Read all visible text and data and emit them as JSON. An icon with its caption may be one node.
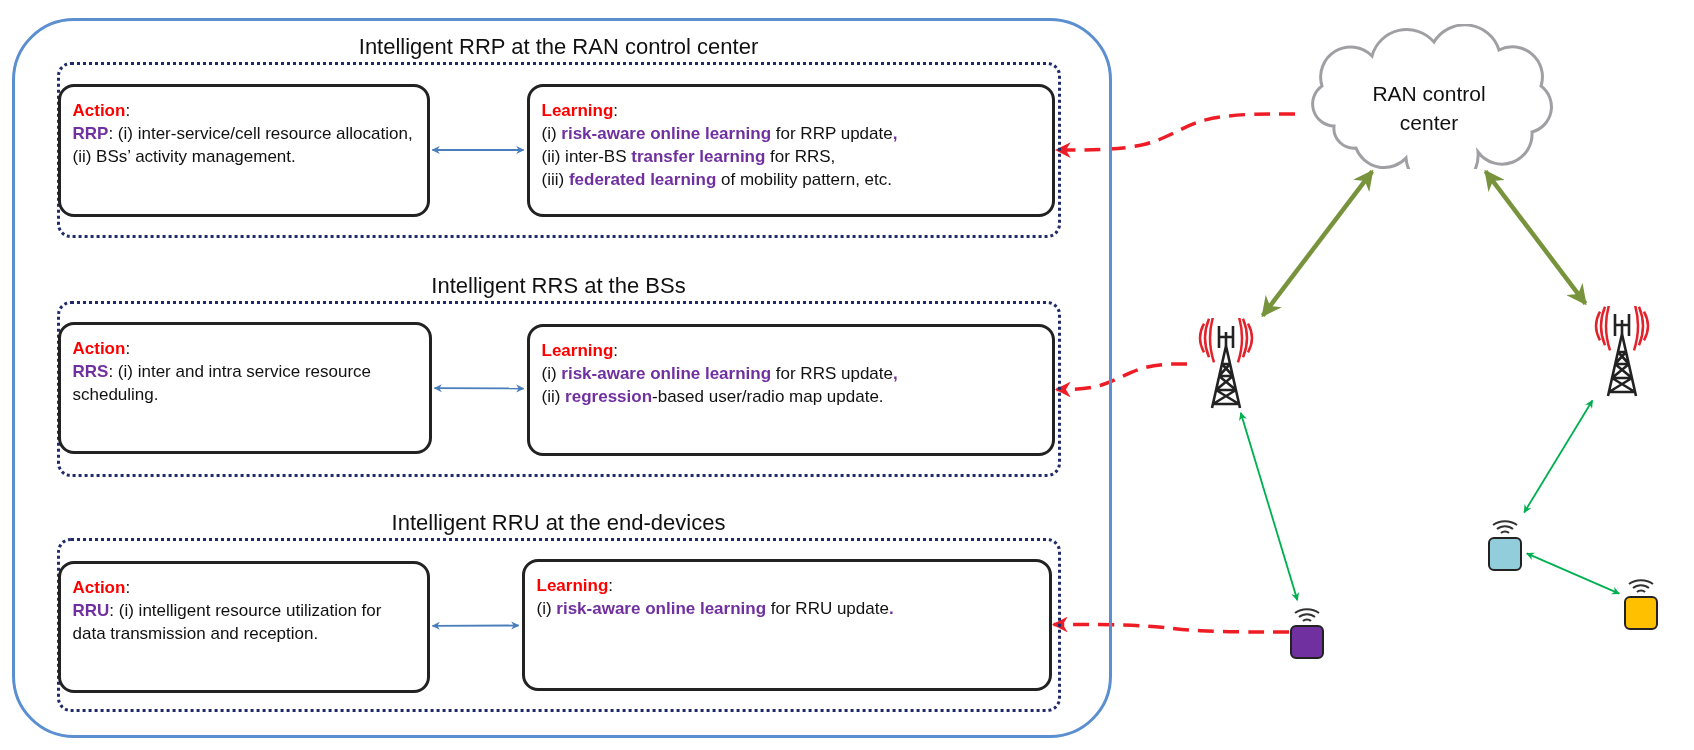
{
  "diagram": {
    "nodes": [
      {
        "text": [],
        "shape": "box"
      },
      {
        "text": [
          "Intelligent RRP at the RAN control center"
        ],
        "in": 0
      },
      {
        "text": [
          "**Action**:",
          "**RRP**: (i) inter-service/cell resource allocation, (ii) BSs’ activity management."
        ],
        "in": 1
      },
      {
        "text": [
          "**Learning**:",
          "(i) **risk-aware online learning** for RRP update**,**",
          "(ii) inter-BS **transfer learning** for RRS,",
          "(iii) **federated learning** of mobility pattern, etc."
        ],
        "in": 1
      },
      {
        "text": [
          "Intelligent RRS at the BSs"
        ],
        "in": 0
      },
      {
        "text": [
          "**Action**:",
          "**RRS**: (i) inter and intra service resource scheduling."
        ],
        "in": 4
      },
      {
        "text": [
          "**Learning**:",
          "(i) **risk-aware online learning** for RRS update**,**",
          "(ii) **regression**-based user/radio map update."
        ],
        "in": 4
      },
      {
        "text": [
          "Intelligent RRU at the end-devices"
        ],
        "in": 0
      },
      {
        "text": [
          "**Action**:",
          "**RRU**: (i) intelligent resource utilization for data transmission and reception."
        ],
        "in": 7
      },
      {
        "text": [
          "**Learning**:",
          "(i) **risk-aware online learning** for RRU update**.**"
        ],
        "in": 7
      },
      {
        "text": [
          "RAN control center"
        ]
      },
      {
        "text": [],
        "shape": "antenna"
      },
      {
        "text": [],
        "shape": "antenna"
      },
      {
        "text": [],
        "shape": "device"
      },
      {
        "text": [],
        "shape": "device"
      },
      {
        "text": [],
        "shape": "device"
      }
    ],
    "edges": [
      {
        "from": 2,
        "to": 3,
        "arrow": "both",
        "color": "#4a7ebb"
      },
      {
        "from": 5,
        "to": 6,
        "arrow": "both",
        "color": "#4a7ebb"
      },
      {
        "from": 8,
        "to": 9,
        "arrow": "both",
        "color": "#4a7ebb"
      },
      {
        "from": 10,
        "to": 3,
        "arrow": "to",
        "style": "dashed",
        "color": "#ee1c25"
      },
      {
        "from": 11,
        "to": 6,
        "arrow": "to",
        "style": "dashed",
        "color": "#ee1c25"
      },
      {
        "from": 13,
        "to": 9,
        "arrow": "to",
        "style": "dashed",
        "color": "#ee1c25"
      },
      {
        "from": 10,
        "to": 11,
        "arrow": "both",
        "style": "thick",
        "color": "#77933c"
      },
      {
        "from": 10,
        "to": 12,
        "arrow": "both",
        "style": "thick",
        "color": "#77933c"
      },
      {
        "from": 11,
        "to": 13,
        "arrow": "both",
        "color": "#00b050"
      },
      {
        "from": 12,
        "to": 14,
        "arrow": "both",
        "color": "#00b050"
      },
      {
        "from": 14,
        "to": 15,
        "arrow": "both",
        "color": "#00b050"
      }
    ]
  }
}
